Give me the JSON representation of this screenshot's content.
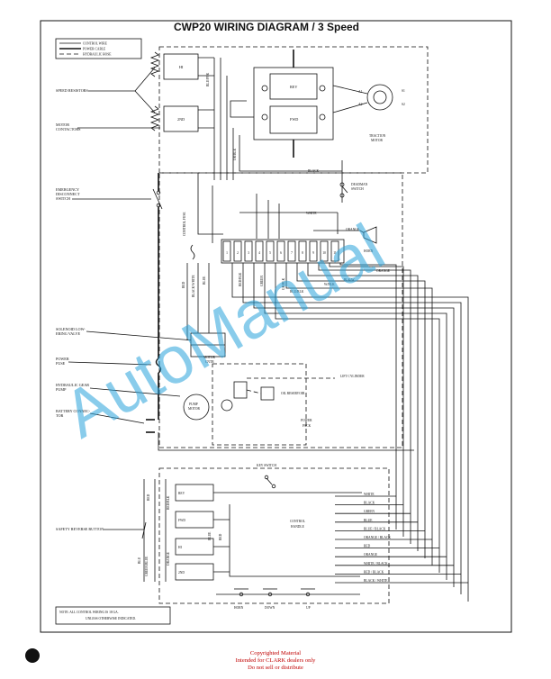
{
  "title": "CWP20 WIRING DIAGRAM /  3 Speed",
  "legend": {
    "control_wire": "CONTROL WIRE",
    "power_cable": "POWER CABLE",
    "hydraulic_hose": "HYDRAULIC HOSE"
  },
  "labels": {
    "speed_resistors": "SPEED RESISTORS",
    "motor_contactors_1": "MOTOR",
    "motor_contactors_2": "CONTACTORS",
    "emergency_1": "EMERGENCY",
    "emergency_2": "DISCONNECT",
    "emergency_3": "SWITCH",
    "solenoid_1": "SOLENOID LOW-",
    "solenoid_2": "ERING VALVE",
    "power_fuse_1": "POWER",
    "power_fuse_2": "FUSE",
    "pump_1": "HYDRAULIC GEAR",
    "pump_2": "PUMP",
    "battery_1": "BATTERY CONNEC-",
    "battery_2": "TOR",
    "safety_reverse": "SAFETY REVERSE BUTTON",
    "note_1": "NOTE:   ALL CONTROL WIRING IS 18 GA.",
    "note_2": "UNLESS OTHERWISE INDICATED.",
    "hi": "HI",
    "second": "2ND",
    "rev": "REV",
    "fwd": "FWD",
    "traction_1": "TRACTION",
    "traction_2": "MOTOR",
    "a1": "A1",
    "a2": "A2",
    "s1": "S1",
    "s2": "S2",
    "deadman_1": "DEADMAN",
    "deadman_2": "SWITCH",
    "horn": "HORN",
    "control_fuse": "CONTROL FUSE",
    "motor_cntr_1": "MOTOR",
    "motor_cntr_2": "CNTR",
    "pump_motor_1": "PUMP",
    "pump_motor_2": "MOTOR",
    "lift_cylinder": "LIFT CYLINDER",
    "oil_reservoir": "OIL RESERVOIR",
    "power_pack_1": "POWER",
    "power_pack_2": "PACK",
    "key_switch": "KEY SWITCH",
    "control_handle_1": "CONTROL",
    "control_handle_2": "HANDLE",
    "up": "UP",
    "down": "DOWN",
    "horn_btn": "HORN"
  },
  "terminals": [
    "1",
    "2",
    "3",
    "4",
    "5",
    "6",
    "7",
    "8",
    "9",
    "10",
    "11"
  ],
  "wire_labels": {
    "blu_pnk": "BLU/PNK",
    "or_blk": "OR/BLK",
    "black": "BLACK",
    "white": "WHITE",
    "orange": "ORANGE",
    "blk_w": "BLK/W",
    "w_blk": "W/BLK",
    "blu_blk": "BLU/BLK",
    "red": "RED",
    "black_white": "BLACK/WHITE",
    "blue": "BLUE",
    "red_blk": "RED/BLK",
    "green": "GREEN",
    "gr_blk": "GR/BLK",
    "red_blue": "RED/BLUE",
    "red_blk2": "RED/BLK",
    "orange_v": "ORANGE",
    "green_blue": "GREEN/BLUE",
    "blu": "BLU",
    "red_v": "RED",
    "blue_v": "BLUE"
  },
  "control_wires": [
    "WHITE",
    "BLACK",
    "GREEN",
    "BLUE",
    "BLUE / BLACK",
    "ORANGE / BLACK",
    "RED",
    "ORANGE",
    "WHITE / BLACK",
    "RED / BLACK",
    "BLACK / WHITE"
  ],
  "watermark": "AutoManual",
  "footer": {
    "line1": "Copyrighted Material",
    "line2": "Intended for CLARK dealers only",
    "line3": "Do not sell or distribute"
  }
}
